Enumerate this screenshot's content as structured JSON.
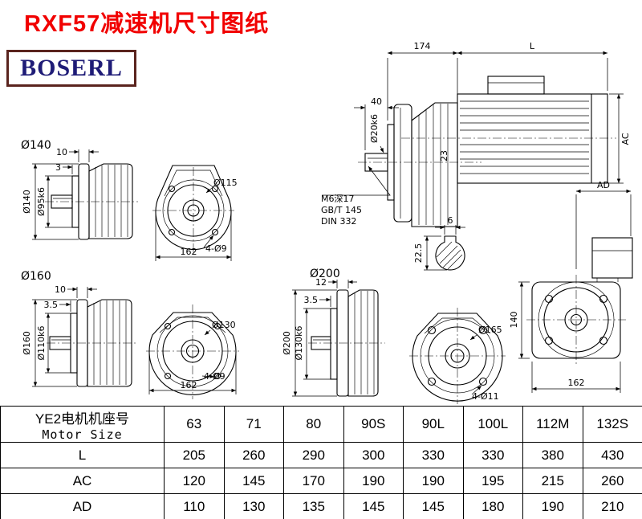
{
  "page": {
    "title": "RXF57减速机尺寸图纸",
    "logo_text": "BOSERL"
  },
  "colors": {
    "title_red": "#f10000",
    "logo_blue": "#1f1c77",
    "logo_border": "#5a241e"
  },
  "main_view": {
    "dim_174": "174",
    "dim_L": "L",
    "dim_40": "40",
    "shaft_label": "Ø20k6",
    "dim_23": "23",
    "note_line1": "M6深17",
    "note_line2": "GB/T 145",
    "note_line3": "DIN 332",
    "key_width": "6",
    "key_height": "22.5",
    "dim_AC": "AC",
    "dim_AD": "AD",
    "front_height": "140",
    "front_width": "162"
  },
  "flange_views": [
    {
      "title": "Ø140",
      "flange_thickness": "10",
      "spigot_depth": "3",
      "outer_dia": "Ø140",
      "spigot_dia": "Ø95k6",
      "bolt_circle": "Ø115",
      "holes": "4-Ø9",
      "width": "162"
    },
    {
      "title": "Ø160",
      "flange_thickness": "10",
      "spigot_depth": "3.5",
      "outer_dia": "Ø160",
      "spigot_dia": "Ø110k6",
      "bolt_circle": "Ø130",
      "holes": "4-Ø9",
      "width": "162"
    },
    {
      "title": "Ø200",
      "flange_thickness": "12",
      "spigot_depth": "3.5",
      "outer_dia": "Ø200",
      "spigot_dia": "Ø130k6",
      "bolt_circle": "Ø165",
      "holes": "4-Ø11"
    }
  ],
  "table": {
    "header_cn": "YE2电机机座号",
    "header_en": "Motor Size",
    "col_headers": [
      "63",
      "71",
      "80",
      "90S",
      "90L",
      "100L",
      "112M",
      "132S"
    ],
    "rows": [
      {
        "label": "L",
        "values": [
          "205",
          "260",
          "290",
          "300",
          "330",
          "330",
          "380",
          "430"
        ]
      },
      {
        "label": "AC",
        "values": [
          "120",
          "145",
          "170",
          "190",
          "190",
          "195",
          "215",
          "260"
        ]
      },
      {
        "label": "AD",
        "values": [
          "110",
          "130",
          "135",
          "145",
          "145",
          "180",
          "190",
          "210"
        ]
      }
    ]
  }
}
